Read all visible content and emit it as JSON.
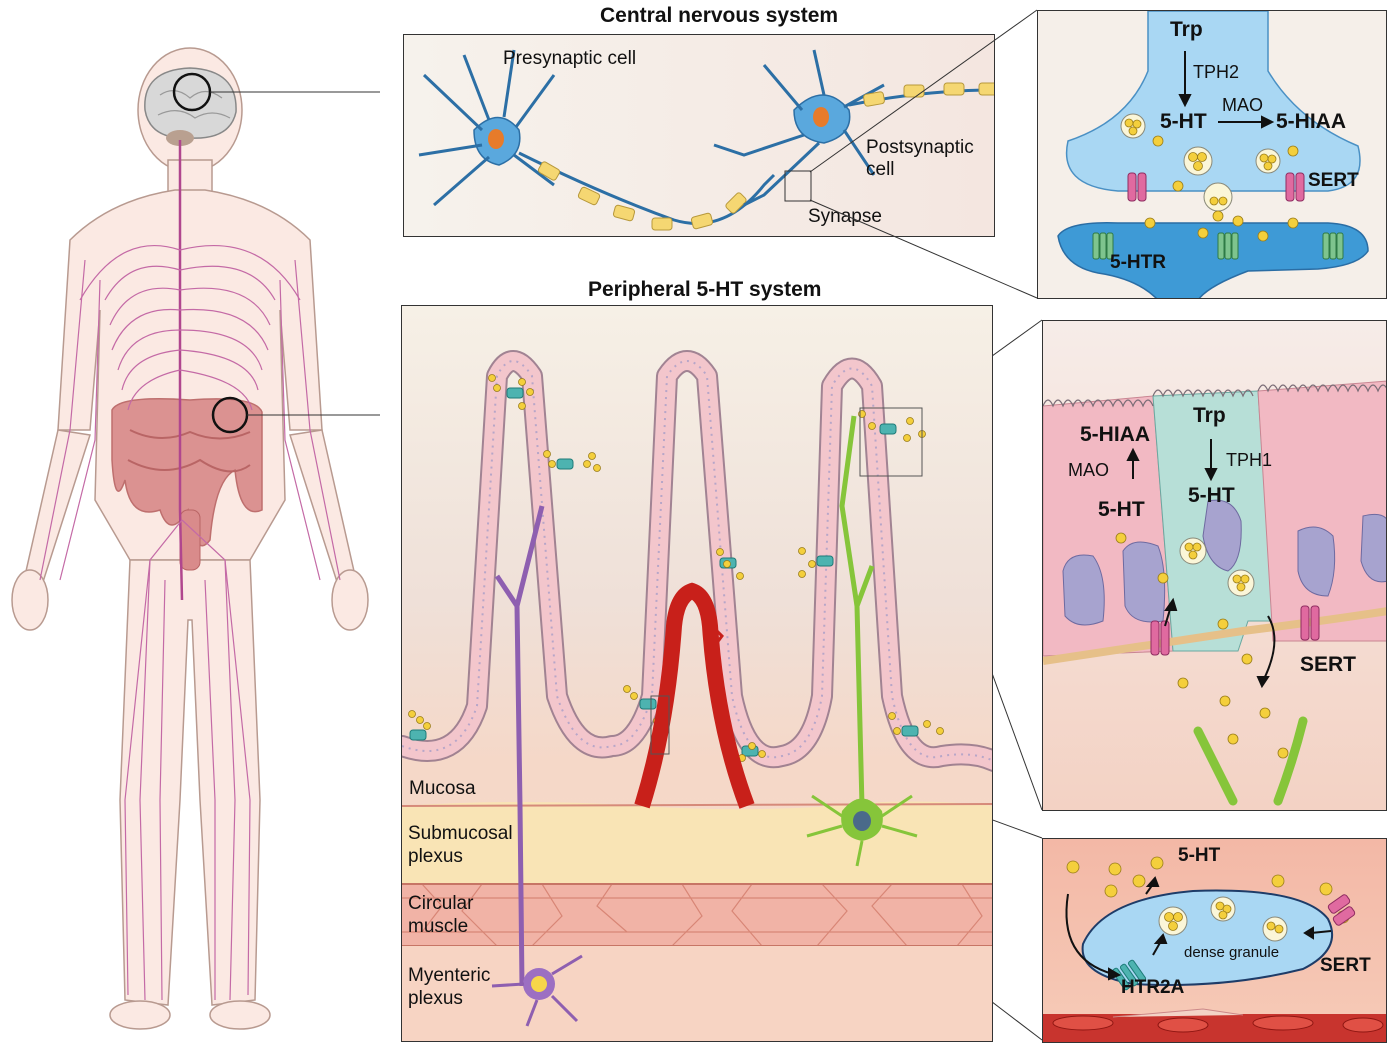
{
  "headings": {
    "cns": "Central nervous system",
    "peripheral": "Peripheral 5-HT system"
  },
  "cns_panel": {
    "presynaptic": "Presynaptic cell",
    "postsynaptic_line1": "Postsynaptic",
    "postsynaptic_line2": "cell",
    "synapse": "Synapse"
  },
  "synapse_detail": {
    "trp": "Trp",
    "tph2": "TPH2",
    "mao": "MAO",
    "ht": "5-HT",
    "hiaa": "5-HIAA",
    "sert": "SERT",
    "htr": "5-HTR"
  },
  "gut_panel": {
    "mucosa": "Mucosa",
    "submucosal_line1": "Submucosal",
    "submucosal_line2": "plexus",
    "circular_line1": "Circular",
    "circular_line2": "muscle",
    "myenteric_line1": "Myenteric",
    "myenteric_line2": "plexus"
  },
  "ec_detail": {
    "hiaa": "5-HIAA",
    "mao": "MAO",
    "ht_left": "5-HT",
    "trp": "Trp",
    "tph1": "TPH1",
    "ht_center": "5-HT",
    "sert": "SERT"
  },
  "platelet_detail": {
    "ht": "5-HT",
    "dense_granule": "dense granule",
    "sert": "SERT",
    "htr2a": "HTR2A"
  },
  "colors": {
    "neuron_blue": "#3b8fd0",
    "nerve_magenta": "#b0468e",
    "gut_pink": "#f3c6cc",
    "vessel_red": "#c8201a",
    "serotonin_yellow": "#f4cf3c",
    "enteric_green": "#86c53a"
  }
}
